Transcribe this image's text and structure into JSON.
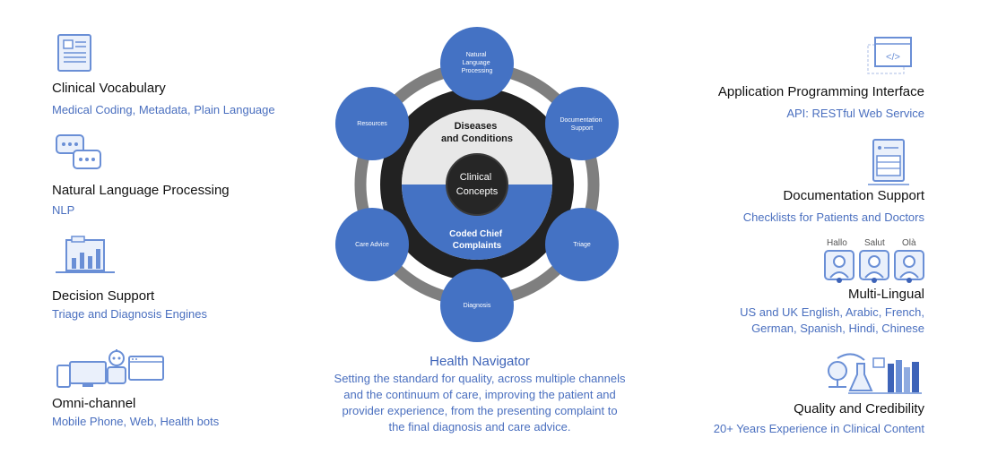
{
  "left_features": [
    {
      "title": "Clinical Vocabulary",
      "subtitle": "Medical Coding, Metadata, Plain Language",
      "icon": "document-icon"
    },
    {
      "title": "Natural Language Processing",
      "subtitle": "NLP",
      "icon": "chat-bubbles-icon"
    },
    {
      "title": "Decision Support",
      "subtitle": "Triage and Diagnosis Engines",
      "icon": "folder-chart-icon"
    },
    {
      "title": "Omni-channel",
      "subtitle": "Mobile Phone, Web, Health bots",
      "icon": "devices-robot-icon"
    }
  ],
  "right_features": [
    {
      "title": "Application Programming Interface",
      "subtitle": "API: RESTful Web Service",
      "icon": "code-window-icon"
    },
    {
      "title": "Documentation Support",
      "subtitle": "Checklists for Patients and Doctors",
      "icon": "checklist-icon"
    },
    {
      "title": "Multi-Lingual",
      "subtitle_lines": [
        "US and UK English, Arabic, French,",
        "German, Spanish, Hindi, Chinese"
      ],
      "greetings": [
        "Hallo",
        "Salut",
        "Olà"
      ],
      "icon": "people-speech-icon"
    },
    {
      "title": "Quality and Credibility",
      "subtitle": "20+ Years Experience in Clinical Content",
      "icon": "lab-books-icon"
    }
  ],
  "diagram": {
    "outer_nodes": [
      {
        "label_lines": [
          "Natural",
          "Language",
          "Processing"
        ]
      },
      {
        "label_lines": [
          "Documentation",
          "Support"
        ]
      },
      {
        "label_lines": [
          "Triage"
        ]
      },
      {
        "label_lines": [
          "Diagnosis"
        ]
      },
      {
        "label_lines": [
          "Care Advice"
        ]
      },
      {
        "label_lines": [
          "Resources"
        ]
      }
    ],
    "top_half_lines": [
      "Diseases",
      "and Conditions"
    ],
    "bottom_half_lines": [
      "Coded Chief",
      "Complaints"
    ],
    "core_lines": [
      "Clinical",
      "Concepts"
    ],
    "colors": {
      "node": "#4472c4",
      "ring": "#7f7f7f",
      "dark": "#222222",
      "top_half": "#e6e6e6",
      "bottom_half": "#4472c4"
    }
  },
  "center_caption": {
    "title": "Health Navigator",
    "lines": [
      "Setting the standard for quality, across multiple channels",
      "and the continuum of care, improving the patient and",
      "provider experience, from the presenting complaint to",
      "the final diagnosis and care advice."
    ]
  }
}
